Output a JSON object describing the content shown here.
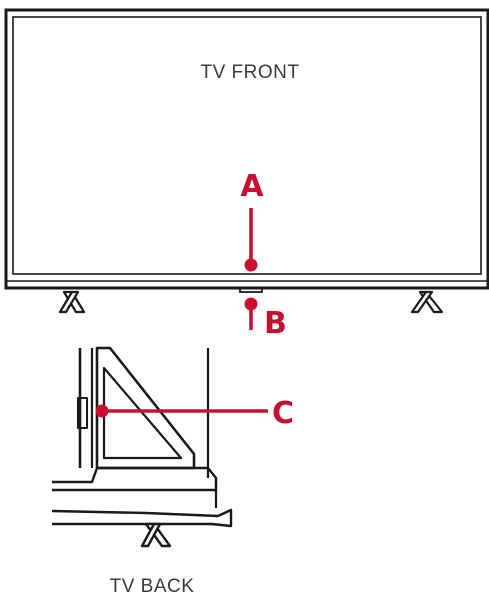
{
  "labels": {
    "front": "TV FRONT",
    "back": "TV BACK"
  },
  "callouts": {
    "a": "A",
    "b": "B",
    "c": "C"
  },
  "colors": {
    "callout": "#c8102e",
    "line": "#1a1a1a"
  }
}
